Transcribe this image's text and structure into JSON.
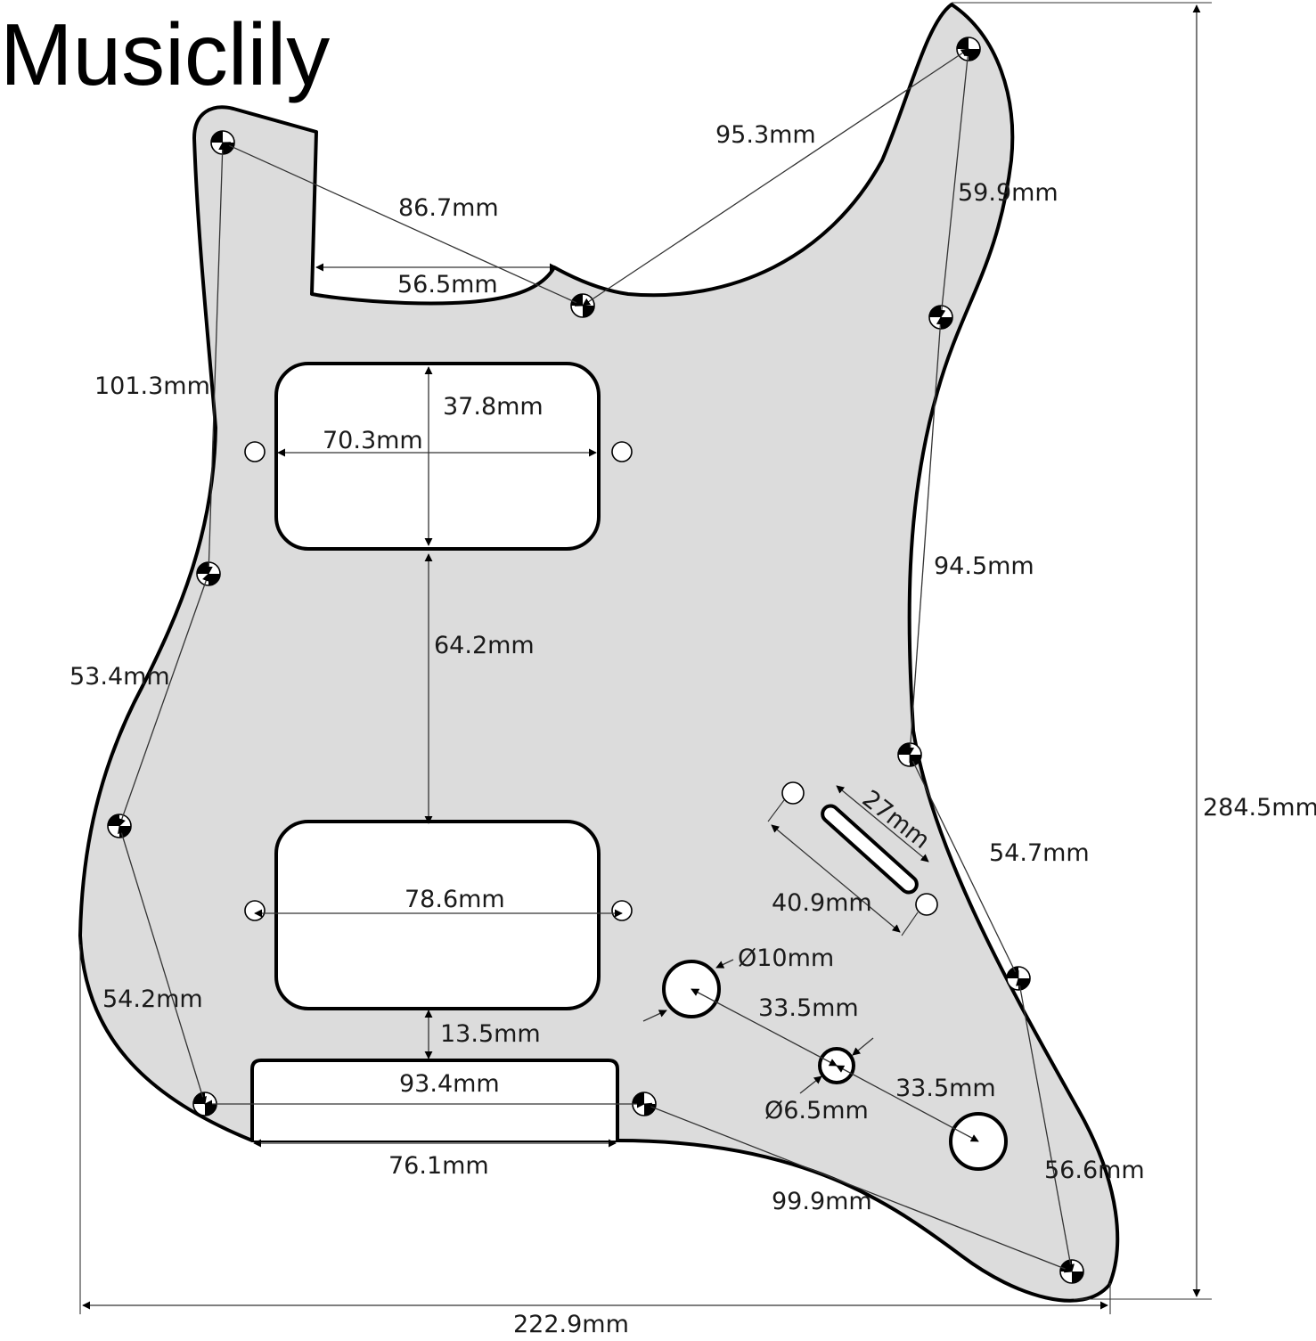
{
  "brand": "Musiclily",
  "diagram": {
    "colors": {
      "pickguard": "#dcdcdc",
      "outline": "#000000",
      "cutout": "#ffffff"
    },
    "dimensions": {
      "d_86_7": "86.7mm",
      "d_95_3": "95.3mm",
      "d_59_9": "59.9mm",
      "d_56_5": "56.5mm",
      "d_101_3": "101.3mm",
      "d_37_8": "37.8mm",
      "d_70_3": "70.3mm",
      "d_94_5": "94.5mm",
      "d_64_2": "64.2mm",
      "d_53_4": "53.4mm",
      "d_27": "27mm",
      "d_54_7": "54.7mm",
      "d_78_6": "78.6mm",
      "d_40_9": "40.9mm",
      "d_10": "Ø10mm",
      "d_33_5a": "33.5mm",
      "d_54_2": "54.2mm",
      "d_13_5": "13.5mm",
      "d_93_4": "93.4mm",
      "d_33_5b": "33.5mm",
      "d_6_5": "Ø6.5mm",
      "d_76_1": "76.1mm",
      "d_56_6": "56.6mm",
      "d_99_9": "99.9mm",
      "d_284_5": "284.5mm",
      "d_222_9": "222.9mm"
    }
  }
}
